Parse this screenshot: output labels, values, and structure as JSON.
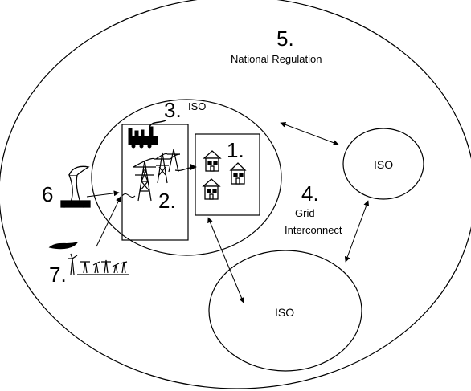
{
  "national": {
    "number": "5.",
    "label": "National Regulation"
  },
  "iso_main": {
    "number": "3.",
    "label": "ISO"
  },
  "consumers": {
    "number": "1."
  },
  "transmission": {
    "number": "2."
  },
  "interconnect": {
    "number": "4.",
    "label_line1": "Grid",
    "label_line2": "Interconnect"
  },
  "iso_right": {
    "label": "ISO"
  },
  "iso_bottom": {
    "label": "ISO"
  },
  "generation_plant": {
    "number": "6"
  },
  "renewables": {
    "number": "7."
  }
}
